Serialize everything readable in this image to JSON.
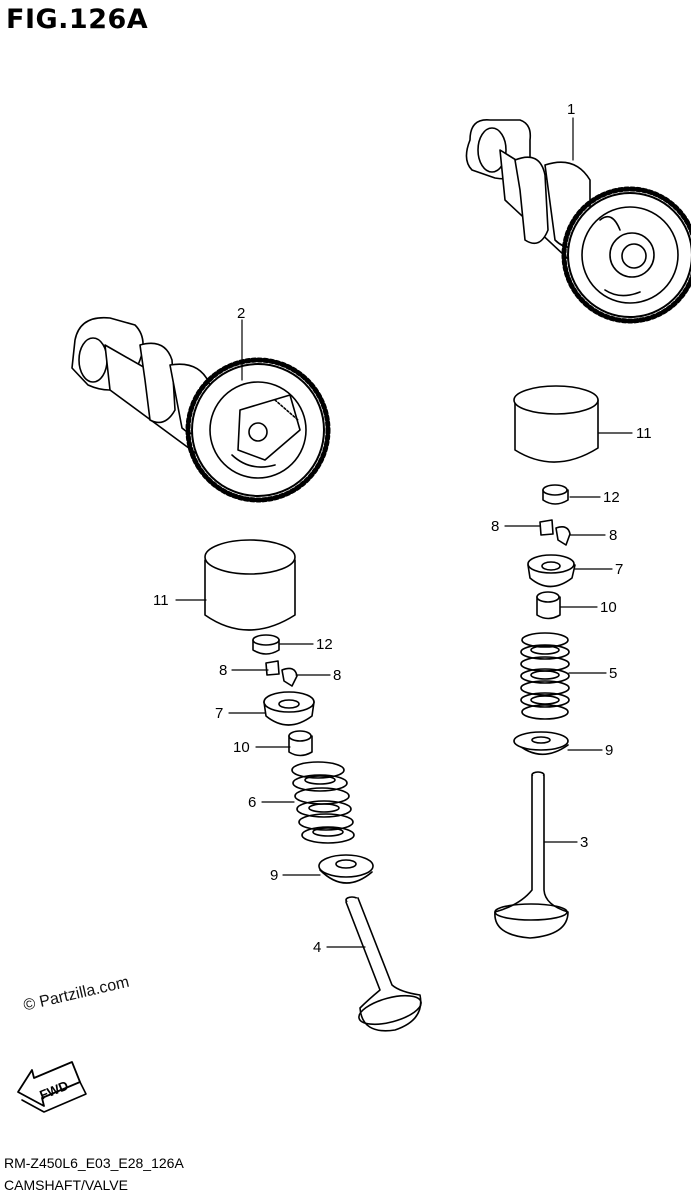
{
  "figure": {
    "title": "FIG.126A",
    "watermark": "© Partzilla.com",
    "fwd_label": "FWD",
    "footer_code": "RM-Z450L6_E03_E28_126A",
    "footer_section": "CAMSHAFT/VALVE"
  },
  "callouts": {
    "c1": "1",
    "c2": "2",
    "c3": "3",
    "c4": "4",
    "c5": "5",
    "c6": "6",
    "c7a": "7",
    "c7b": "7",
    "c8a": "8",
    "c8b": "8",
    "c8c": "8",
    "c8d": "8",
    "c9a": "9",
    "c9b": "9",
    "c10a": "10",
    "c10b": "10",
    "c11a": "11",
    "c11b": "11",
    "c12a": "12",
    "c12b": "12"
  }
}
